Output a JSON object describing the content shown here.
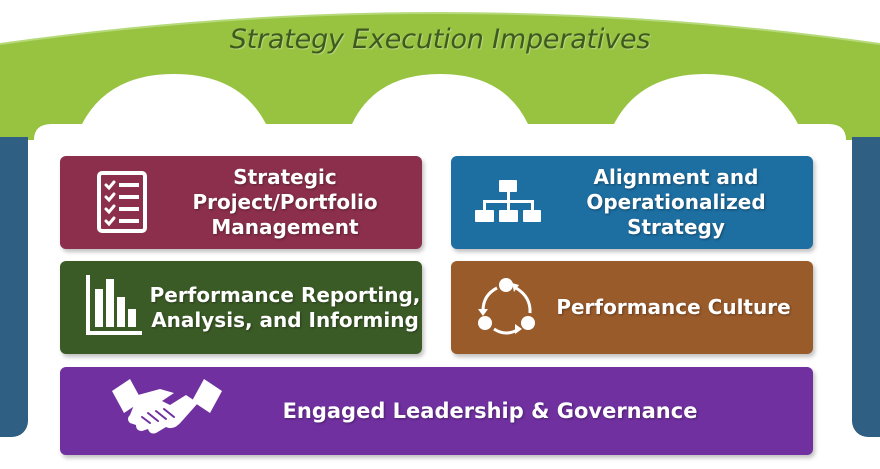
{
  "diagram": {
    "title": "Strategy Execution Imperatives",
    "colors": {
      "arch": "#97c341",
      "pillars": "#2f5f82",
      "project": "#8b2f4c",
      "alignment": "#1d6ea1",
      "reporting": "#3b5b26",
      "culture": "#9a5b2b",
      "leadership": "#7030a0"
    },
    "tiles": {
      "project": {
        "label": "Strategic\nProject/Portfolio\nManagement",
        "icon": "checklist-icon"
      },
      "alignment": {
        "label": "Alignment and\nOperationalized\nStrategy",
        "icon": "org-chart-icon"
      },
      "reporting": {
        "label": "Performance Reporting,\nAnalysis, and Informing",
        "icon": "bar-chart-icon"
      },
      "culture": {
        "label": "Performance Culture",
        "icon": "cycle-icon"
      },
      "leadership": {
        "label": "Engaged Leadership & Governance",
        "icon": "handshake-icon"
      }
    }
  }
}
